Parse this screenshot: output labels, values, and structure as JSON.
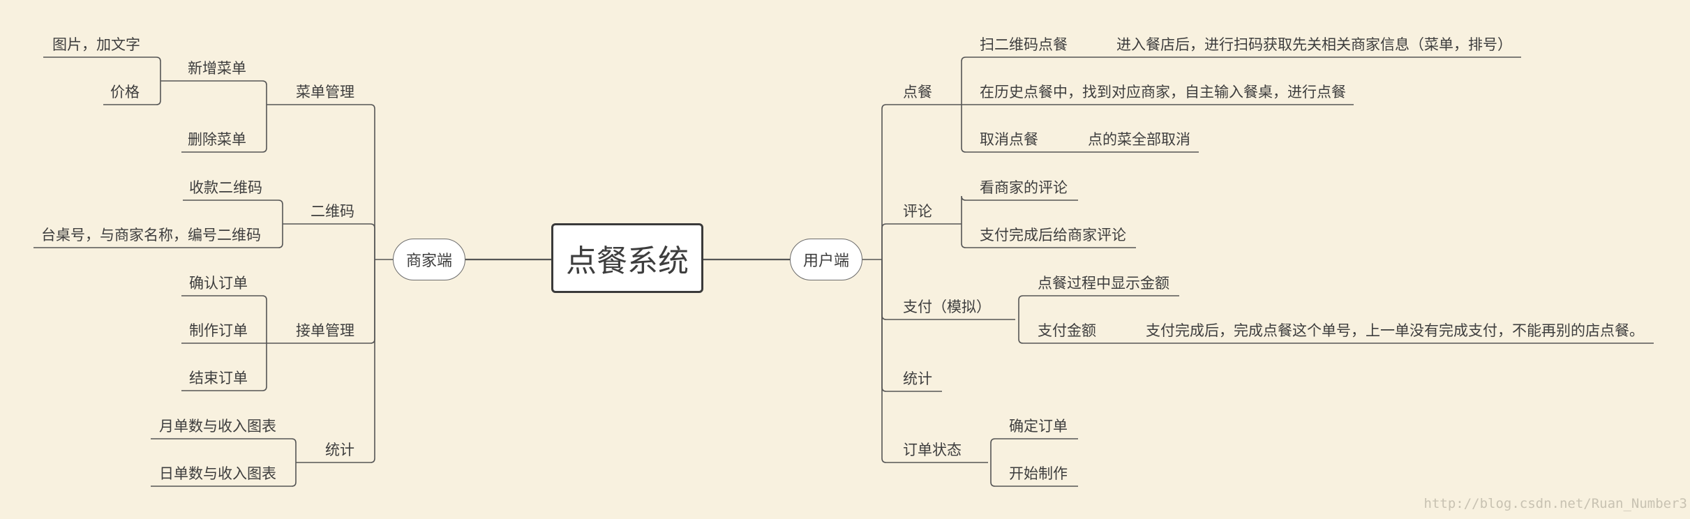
{
  "root": "点餐系统",
  "left_hub": "商家端",
  "right_hub": "用户端",
  "left": {
    "menu": "菜单管理",
    "menu_add": "新增菜单",
    "menu_add_pic": "图片，加文字",
    "menu_add_price": "价格",
    "menu_del": "删除菜单",
    "qr": "二维码",
    "qr_pay": "收款二维码",
    "qr_table": "台桌号，与商家名称，编号二维码",
    "orders": "接单管理",
    "order_confirm": "确认订单",
    "order_make": "制作订单",
    "order_end": "结束订单",
    "stats": "统计",
    "stats_month": "月单数与收入图表",
    "stats_day": "日单数与收入图表"
  },
  "right": {
    "order": "点餐",
    "scan": "扫二维码点餐",
    "scan_desc": "进入餐店后，进行扫码获取先关相关商家信息（菜单，排号）",
    "history": "在历史点餐中，找到对应商家，自主输入餐桌，进行点餐",
    "cancel": "取消点餐",
    "cancel_desc": "点的菜全部取消",
    "review": "评论",
    "review_view": "看商家的评论",
    "review_after": "支付完成后给商家评论",
    "pay": "支付（模拟）",
    "pay_show": "点餐过程中显示金额",
    "pay_amount": "支付金额",
    "pay_desc": "支付完成后，完成点餐这个单号，上一单没有完成支付，不能再别的店点餐。",
    "stats": "统计",
    "status": "订单状态",
    "status_confirm": "确定订单",
    "status_start": "开始制作"
  },
  "watermark": "http://blog.csdn.net/Ruan_Number3",
  "colors": {
    "background": "#f8f1df",
    "line": "#555555",
    "text": "#3d3d3d"
  }
}
